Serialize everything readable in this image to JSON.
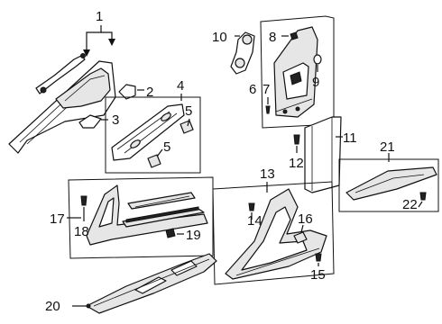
{
  "callouts": {
    "c1": "1",
    "c2": "2",
    "c3": "3",
    "c4": "4",
    "c5a": "5",
    "c5b": "5",
    "c6": "6",
    "c7": "7",
    "c8": "8",
    "c9": "9",
    "c10": "10",
    "c11": "11",
    "c12": "12",
    "c13": "13",
    "c14": "14",
    "c15": "15",
    "c16": "16",
    "c17": "17",
    "c18": "18",
    "c19": "19",
    "c20": "20",
    "c21": "21",
    "c22": "22"
  }
}
